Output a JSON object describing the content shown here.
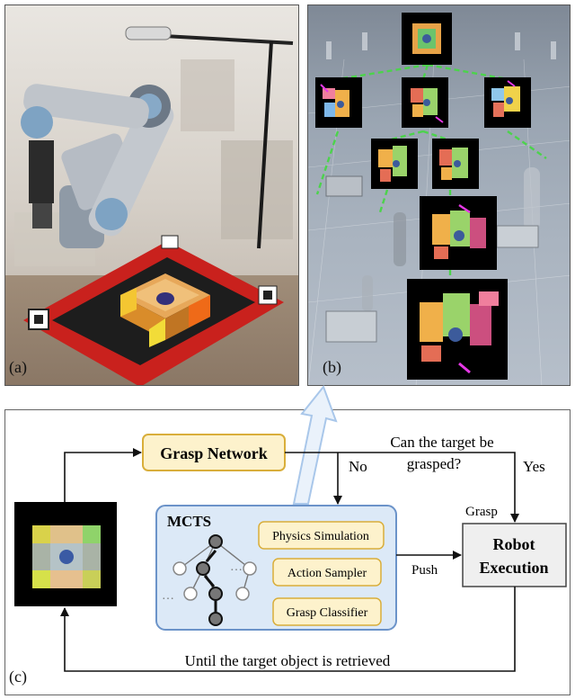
{
  "panels": {
    "a": "(a)",
    "b": "(b)",
    "c": "(c)"
  },
  "diagram": {
    "grasp_network": "Grasp Network",
    "mcts_title": "MCTS",
    "modules": [
      "Physics Simulation",
      "Action Sampler",
      "Grasp Classifier"
    ],
    "robot_execution_line1": "Robot",
    "robot_execution_line2": "Execution",
    "question_line1": "Can the target be",
    "question_line2": "grasped?",
    "no": "No",
    "yes": "Yes",
    "grasp": "Grasp",
    "push": "Push",
    "loop": "Until the target object is retrieved",
    "tree_dots": "…"
  },
  "colors": {
    "yellow_box": "#fdf2cc",
    "yellow_border": "#d9ae3a",
    "blue_box": "#dce9f7",
    "blue_border": "#6b93c9",
    "robot_box": "#efefef",
    "tree_green": "#4cd34c",
    "highlight_blue": "#a9c7ea"
  }
}
